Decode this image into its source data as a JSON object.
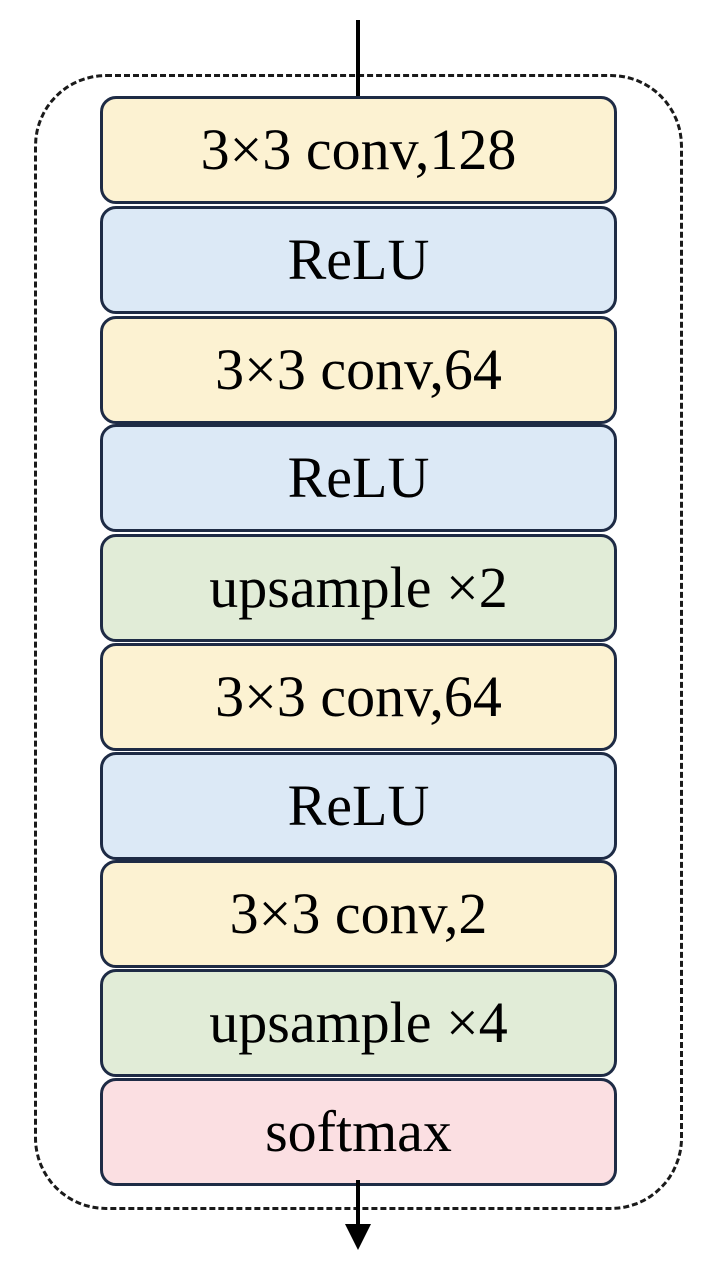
{
  "colors": {
    "conv": "#fcf2d2",
    "relu": "#dce9f6",
    "upsample": "#e1ecd7",
    "softmax": "#fbdfe2",
    "border": "#1e2b45"
  },
  "layers": [
    {
      "label": "3×3 conv,128",
      "kind": "conv"
    },
    {
      "label": "ReLU",
      "kind": "relu"
    },
    {
      "label": "3×3 conv,64",
      "kind": "conv"
    },
    {
      "label": "ReLU",
      "kind": "relu"
    },
    {
      "label": "upsample ×2",
      "kind": "upsample"
    },
    {
      "label": "3×3 conv,64",
      "kind": "conv"
    },
    {
      "label": "ReLU",
      "kind": "relu"
    },
    {
      "label": "3×3 conv,2",
      "kind": "conv"
    },
    {
      "label": "upsample ×4",
      "kind": "upsample"
    },
    {
      "label": "softmax",
      "kind": "softmax"
    }
  ]
}
